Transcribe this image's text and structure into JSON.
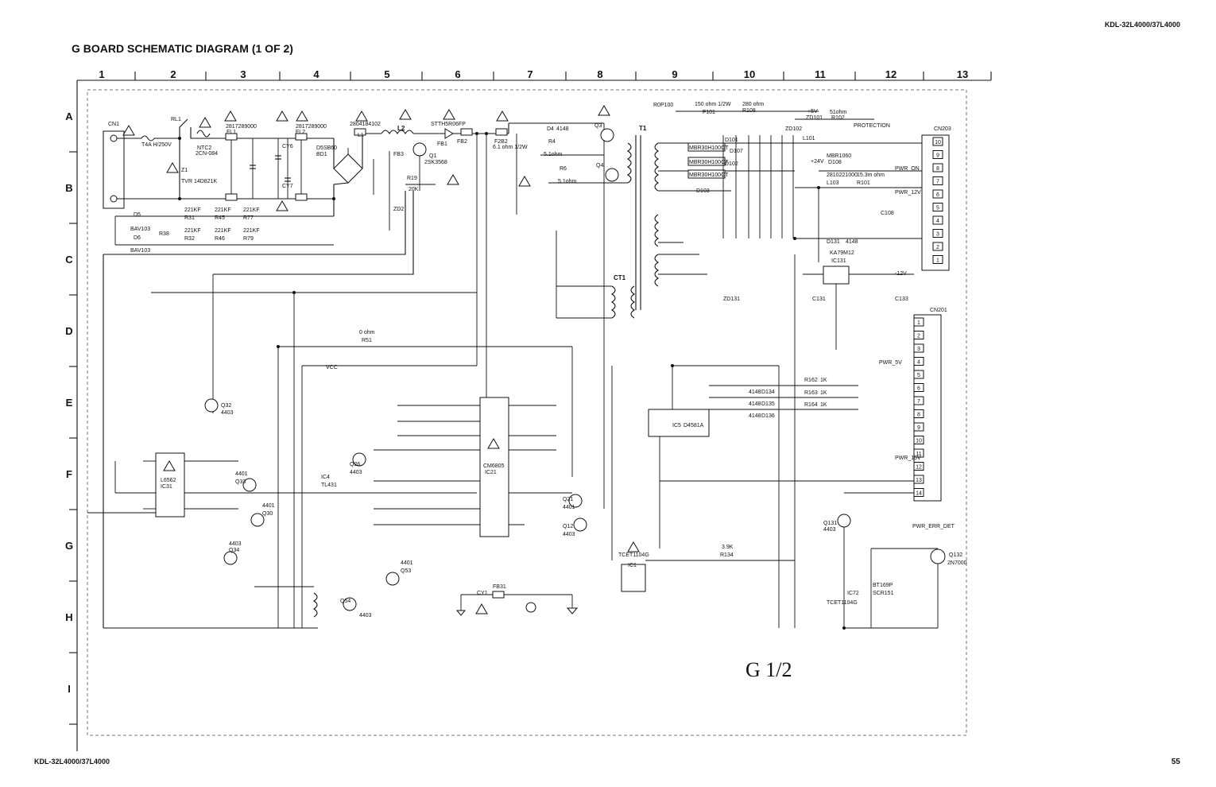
{
  "header": {
    "model": "KDL-32L4000/37L4000",
    "title": "G BOARD SCHEMATIC DIAGRAM (1 OF 2)"
  },
  "footer": {
    "model": "KDL-32L4000/37L4000",
    "page_number": "55"
  },
  "sheet_label": "G 1/2",
  "grid": {
    "columns": [
      "1",
      "2",
      "3",
      "4",
      "5",
      "6",
      "7",
      "8",
      "9",
      "10",
      "11",
      "12",
      "13"
    ],
    "rows": [
      "A",
      "B",
      "C",
      "D",
      "E",
      "F",
      "G",
      "H",
      "I"
    ]
  },
  "components": [
    {
      "ref": "CN1",
      "value": ""
    },
    {
      "ref": "RL1",
      "value": ""
    },
    {
      "ref": "F1",
      "value": "T4A H/250V"
    },
    {
      "ref": "NTC2",
      "value": "2CN-084"
    },
    {
      "ref": "Z1",
      "value": "TVR 14D821K"
    },
    {
      "ref": "FL1",
      "value": "2817289000"
    },
    {
      "ref": "FL2",
      "value": "2817289000"
    },
    {
      "ref": "CY6",
      "value": ""
    },
    {
      "ref": "CY7",
      "value": ""
    },
    {
      "ref": "BD1",
      "value": "D5SB60"
    },
    {
      "ref": "L1",
      "value": "2804184102"
    },
    {
      "ref": "L2",
      "value": ""
    },
    {
      "ref": "FB3",
      "value": ""
    },
    {
      "ref": "Q1",
      "value": "2SK3568"
    },
    {
      "ref": "FB1",
      "value": ""
    },
    {
      "ref": "FB2",
      "value": "STTH5R06FP"
    },
    {
      "ref": "F2B2",
      "value": "6.1 ohm 1/2W"
    },
    {
      "ref": "R19",
      "value": "20K"
    },
    {
      "ref": "ZD2",
      "value": ""
    },
    {
      "ref": "D4",
      "value": "4148"
    },
    {
      "ref": "R4",
      "value": "5.1ohm"
    },
    {
      "ref": "Q3",
      "value": ""
    },
    {
      "ref": "Q4",
      "value": ""
    },
    {
      "ref": "R6",
      "value": "5.1ohm"
    },
    {
      "ref": "T1",
      "value": ""
    },
    {
      "ref": "CT1",
      "value": ""
    },
    {
      "ref": "R0P100",
      "value": ""
    },
    {
      "ref": "F101",
      "value": "150 ohm 1/2W"
    },
    {
      "ref": "R108",
      "value": "280 ohm"
    },
    {
      "ref": "ZD102",
      "value": ""
    },
    {
      "ref": "ZD101",
      "value": ""
    },
    {
      "ref": "R102",
      "value": "51ohm"
    },
    {
      "ref": "D101",
      "value": "MBR30H100CT"
    },
    {
      "ref": "D102",
      "value": "MBR30H100CT"
    },
    {
      "ref": "D107",
      "value": "MBR30H100CT"
    },
    {
      "ref": "L101",
      "value": ""
    },
    {
      "ref": "D103",
      "value": ""
    },
    {
      "ref": "L103",
      "value": "2810221000"
    },
    {
      "ref": "D108",
      "value": "MBR1060"
    },
    {
      "ref": "R101",
      "value": "15.3m ohm"
    },
    {
      "ref": "C108",
      "value": ""
    },
    {
      "ref": "CN203",
      "value": ""
    },
    {
      "ref": "D131",
      "value": "4148"
    },
    {
      "ref": "IC131",
      "value": "KA79M12"
    },
    {
      "ref": "C131",
      "value": ""
    },
    {
      "ref": "C133",
      "value": ""
    },
    {
      "ref": "ZD131",
      "value": ""
    },
    {
      "ref": "CN201",
      "value": ""
    },
    {
      "ref": "R31",
      "value": "221KF"
    },
    {
      "ref": "R45",
      "value": "221KF"
    },
    {
      "ref": "R77",
      "value": "221KF"
    },
    {
      "ref": "R32",
      "value": "221KF"
    },
    {
      "ref": "R46",
      "value": "221KF"
    },
    {
      "ref": "R79",
      "value": "221KF"
    },
    {
      "ref": "D5",
      "value": "BAV103"
    },
    {
      "ref": "D6",
      "value": "BAV103"
    },
    {
      "ref": "R38",
      "value": ""
    },
    {
      "ref": "R51",
      "value": "0 ohm"
    },
    {
      "ref": "Q32",
      "value": "4403"
    },
    {
      "ref": "Q33",
      "value": "4401"
    },
    {
      "ref": "Q30",
      "value": "4401"
    },
    {
      "ref": "Q34",
      "value": "4403"
    },
    {
      "ref": "IC31",
      "value": "L6562"
    },
    {
      "ref": "IC21",
      "value": "CM6805"
    },
    {
      "ref": "IC4",
      "value": "TL431"
    },
    {
      "ref": "Q21",
      "value": "4401"
    },
    {
      "ref": "Q12",
      "value": "4403"
    },
    {
      "ref": "Q53",
      "value": "4401"
    },
    {
      "ref": "Q54",
      "value": "4403"
    },
    {
      "ref": "Q26",
      "value": "4403"
    },
    {
      "ref": "IC5",
      "value": "D4581A"
    },
    {
      "ref": "IC1",
      "value": "TCET1104G"
    },
    {
      "ref": "R134",
      "value": "3.9K"
    },
    {
      "ref": "Q131",
      "value": "4403"
    },
    {
      "ref": "Q132",
      "value": "2N7000"
    },
    {
      "ref": "SCR151",
      "value": "BT169P"
    },
    {
      "ref": "IC72",
      "value": "TCET1104G"
    },
    {
      "ref": "CY1",
      "value": ""
    },
    {
      "ref": "FB31",
      "value": ""
    },
    {
      "ref": "D134",
      "value": "4148"
    },
    {
      "ref": "D135",
      "value": "4148"
    },
    {
      "ref": "D136",
      "value": "4148"
    },
    {
      "ref": "R162",
      "value": "1K"
    },
    {
      "ref": "R163",
      "value": "1K"
    },
    {
      "ref": "R164",
      "value": "1K"
    }
  ],
  "net_labels": [
    "PWR_ON",
    "PWR_12V",
    "PWR_5V",
    "PWR_15V",
    "PROTECTION",
    "PWR_ERR_DET",
    "VCC",
    "+5V",
    "+24V",
    "-12V"
  ]
}
